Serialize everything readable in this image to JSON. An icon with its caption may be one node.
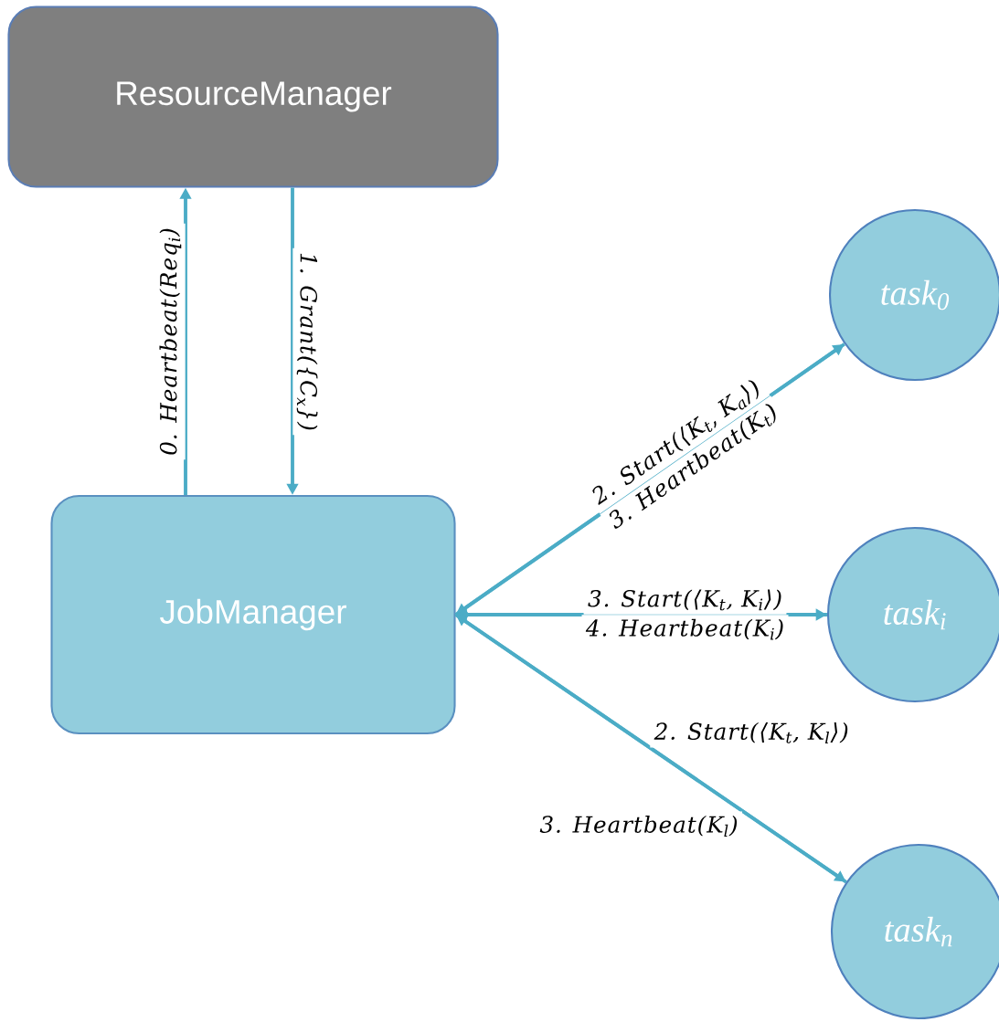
{
  "diagram": {
    "nodes": [
      {
        "text": [
          "ResourceManager"
        ]
      },
      {
        "text": [
          "JobManager"
        ]
      },
      {
        "text": [
          "task$_{0}$"
        ]
      },
      {
        "text": [
          "task$_{i}$"
        ]
      },
      {
        "text": [
          "task$_{n}$"
        ]
      }
    ],
    "edges": [
      {
        "from": 1,
        "to": 0,
        "arrow": "to",
        "label": "0. Heartbeat(Req$_{i}$)"
      },
      {
        "from": 0,
        "to": 1,
        "arrow": "to",
        "label": "1. Grant({C$_{x}$})"
      },
      {
        "from": 1,
        "to": 2,
        "arrow": "to",
        "label": "2. Start(⟨K$_{t}$, K$_{a}$⟩)"
      },
      {
        "from": 2,
        "to": 1,
        "arrow": "to",
        "label": "3. Heartbeat(K$_{t}$)"
      },
      {
        "from": 1,
        "to": 3,
        "arrow": "to",
        "label": "3. Start(⟨K$_{t}$, K$_{i}$⟩)"
      },
      {
        "from": 3,
        "to": 1,
        "arrow": "to",
        "label": "4. Heartbeat(K$_{i}$)"
      },
      {
        "from": 1,
        "to": 4,
        "arrow": "to",
        "label": "2. Start(⟨K$_{t}$, K$_{l}$⟩)"
      },
      {
        "from": 4,
        "to": 1,
        "arrow": "to",
        "label": "3. Heartbeat(K$_{l}$)"
      }
    ]
  }
}
